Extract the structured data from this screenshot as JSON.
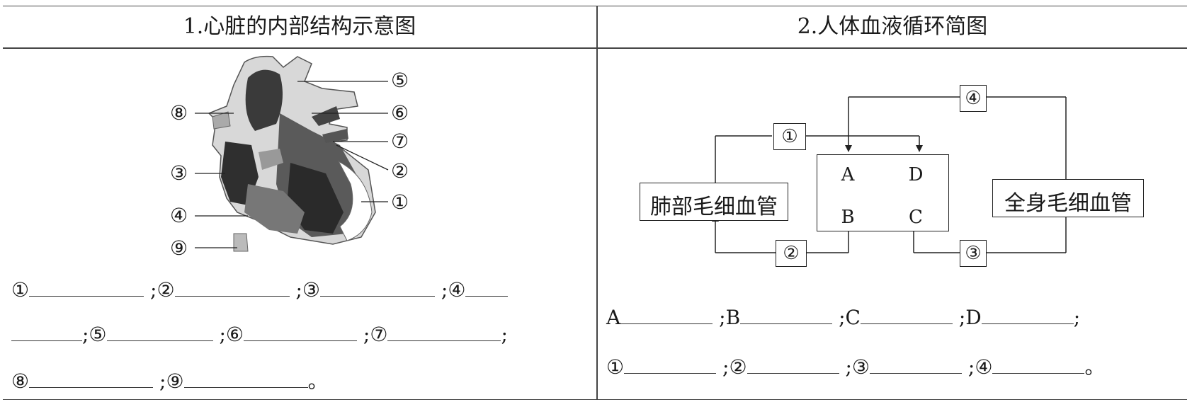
{
  "left_panel": {
    "title": "1.心脏的内部结构示意图",
    "labels": {
      "l1": "①",
      "l2": "②",
      "l3": "③",
      "l4": "④",
      "l5": "⑤",
      "l6": "⑥",
      "l7": "⑦",
      "l8": "⑧",
      "l9": "⑨"
    },
    "blanks_line1": [
      "①",
      ";②",
      ";③",
      ";④"
    ],
    "blanks_line2": [
      ";⑤",
      ";⑥",
      ";⑦",
      ";"
    ],
    "blanks_line3": [
      "⑧",
      ";⑨",
      "。"
    ]
  },
  "right_panel": {
    "title": "2.人体血液循环简图",
    "lung_box": "肺部毛细血管",
    "body_box": "全身毛细血管",
    "chambers": {
      "a": "A",
      "b": "B",
      "c": "C",
      "d": "D"
    },
    "markers": {
      "m1": "①",
      "m2": "②",
      "m3": "③",
      "m4": "④"
    },
    "blanks_line1": [
      "A",
      ";B",
      ";C",
      ";D",
      ";"
    ],
    "blanks_line2": [
      "①",
      ";②",
      ";③",
      ";④",
      "。"
    ]
  }
}
